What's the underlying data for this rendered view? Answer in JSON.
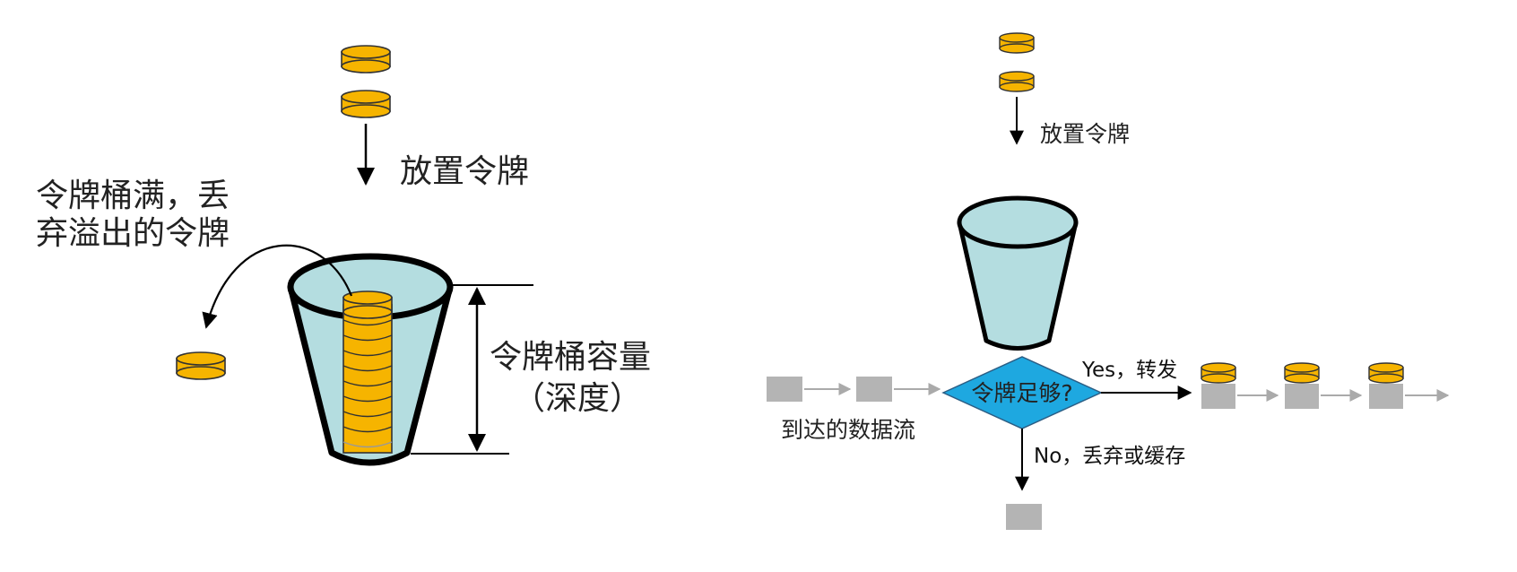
{
  "colors": {
    "token_fill": "#f6b400",
    "token_stroke": "#333333",
    "bucket_water": "#b4dde0",
    "bucket_stroke": "#000000",
    "packet": "#b4b4b4",
    "packet_arrow": "#aaaaaa",
    "decision_fill": "#1ea8e0"
  },
  "left_panel": {
    "put_tokens_label": "放置令牌",
    "overflow_label_line1": "令牌桶满，丢",
    "overflow_label_line2": "弃溢出的令牌",
    "capacity_label_line1": "令牌桶容量",
    "capacity_label_line2": "（深度）"
  },
  "right_panel": {
    "put_tokens_label": "放置令牌",
    "decision_label": "令牌足够?",
    "yes_label": "Yes，转发",
    "no_label": "No，丢弃或缓存",
    "arriving_flow_label": "到达的数据流"
  }
}
